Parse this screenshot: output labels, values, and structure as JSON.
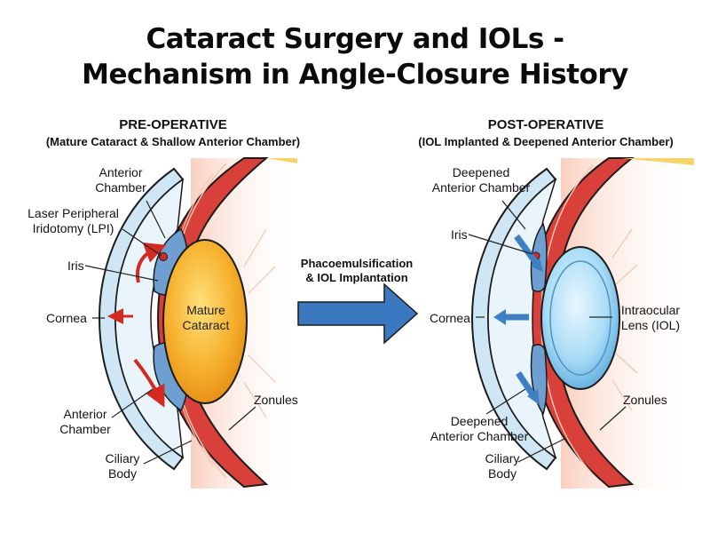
{
  "title": {
    "line1": "Cataract Surgery and IOLs -",
    "line2": "Mechanism in Angle-Closure History"
  },
  "pre": {
    "heading": "PRE-OPERATIVE",
    "subheading": "(Mature Cataract & Shallow Anterior Chamber)",
    "labels": {
      "anterior_chamber_top_1": "Anterior",
      "anterior_chamber_top_2": "Chamber",
      "lpi_1": "Laser Peripheral",
      "lpi_2": "Iridotomy (LPI)",
      "iris": "Iris",
      "cornea": "Cornea",
      "cataract_1": "Mature",
      "cataract_2": "Cataract",
      "anterior_chamber_bottom_1": "Anterior",
      "anterior_chamber_bottom_2": "Chamber",
      "ciliary_1": "Ciliary",
      "ciliary_2": "Body",
      "zonules": "Zonules"
    }
  },
  "procedure": {
    "line1": "Phacoemulsification",
    "line2": "& IOL Implantation"
  },
  "post": {
    "heading": "POST-OPERATIVE",
    "subheading": "(IOL Implanted & Deepened Anterior Chamber)",
    "labels": {
      "deepened_top_1": "Deepened",
      "deepened_top_2": "Anterior Chamber",
      "iris": "Iris",
      "cornea": "Cornea",
      "iol_1": "Intraocular",
      "iol_2": "Lens (IOL)",
      "deepened_bottom_1": "Deepened",
      "deepened_bottom_2": "Anterior Chamber",
      "ciliary_1": "Ciliary",
      "ciliary_2": "Body",
      "zonules": "Zonules"
    }
  },
  "colors": {
    "sclera_red": "#d9403a",
    "cornea_blue": "#cfe6f5",
    "iris_blue": "#6f9fd0",
    "cataract_orange": "#f3a623",
    "iol_blue": "#8cc8ee",
    "flow_arrow_red": "#d42a22",
    "flow_arrow_blue": "#3f7fc4",
    "procedure_arrow": "#3a78c0"
  }
}
